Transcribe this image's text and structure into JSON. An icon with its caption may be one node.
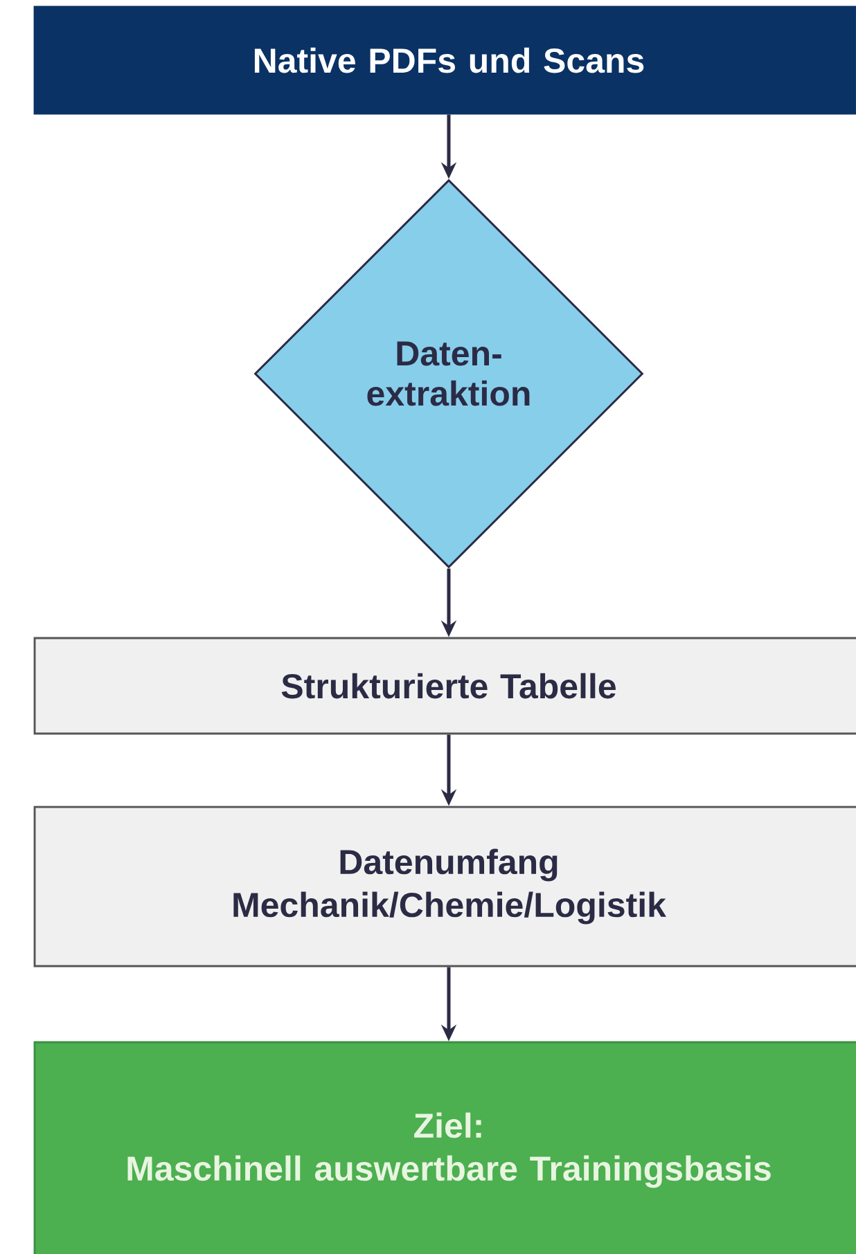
{
  "diagram": {
    "nodes": [
      {
        "text": [
          "Native PDFs und Scans"
        ]
      },
      {
        "text": [
          "Daten- extraktion"
        ]
      },
      {
        "text": [
          "Strukturierte Tabelle"
        ]
      },
      {
        "text": [
          "Datenumfang",
          "Mechanik/Chemie/Logistik"
        ]
      },
      {
        "text": [
          "Ziel:",
          "Maschinell auswertbare Trainingsbasis"
        ]
      }
    ],
    "edges": [
      {
        "from": 0,
        "to": 1,
        "arrow": "to"
      },
      {
        "from": 1,
        "to": 2,
        "arrow": "to"
      },
      {
        "from": 2,
        "to": 3,
        "arrow": "to"
      },
      {
        "from": 3,
        "to": 4,
        "arrow": "to"
      }
    ]
  }
}
